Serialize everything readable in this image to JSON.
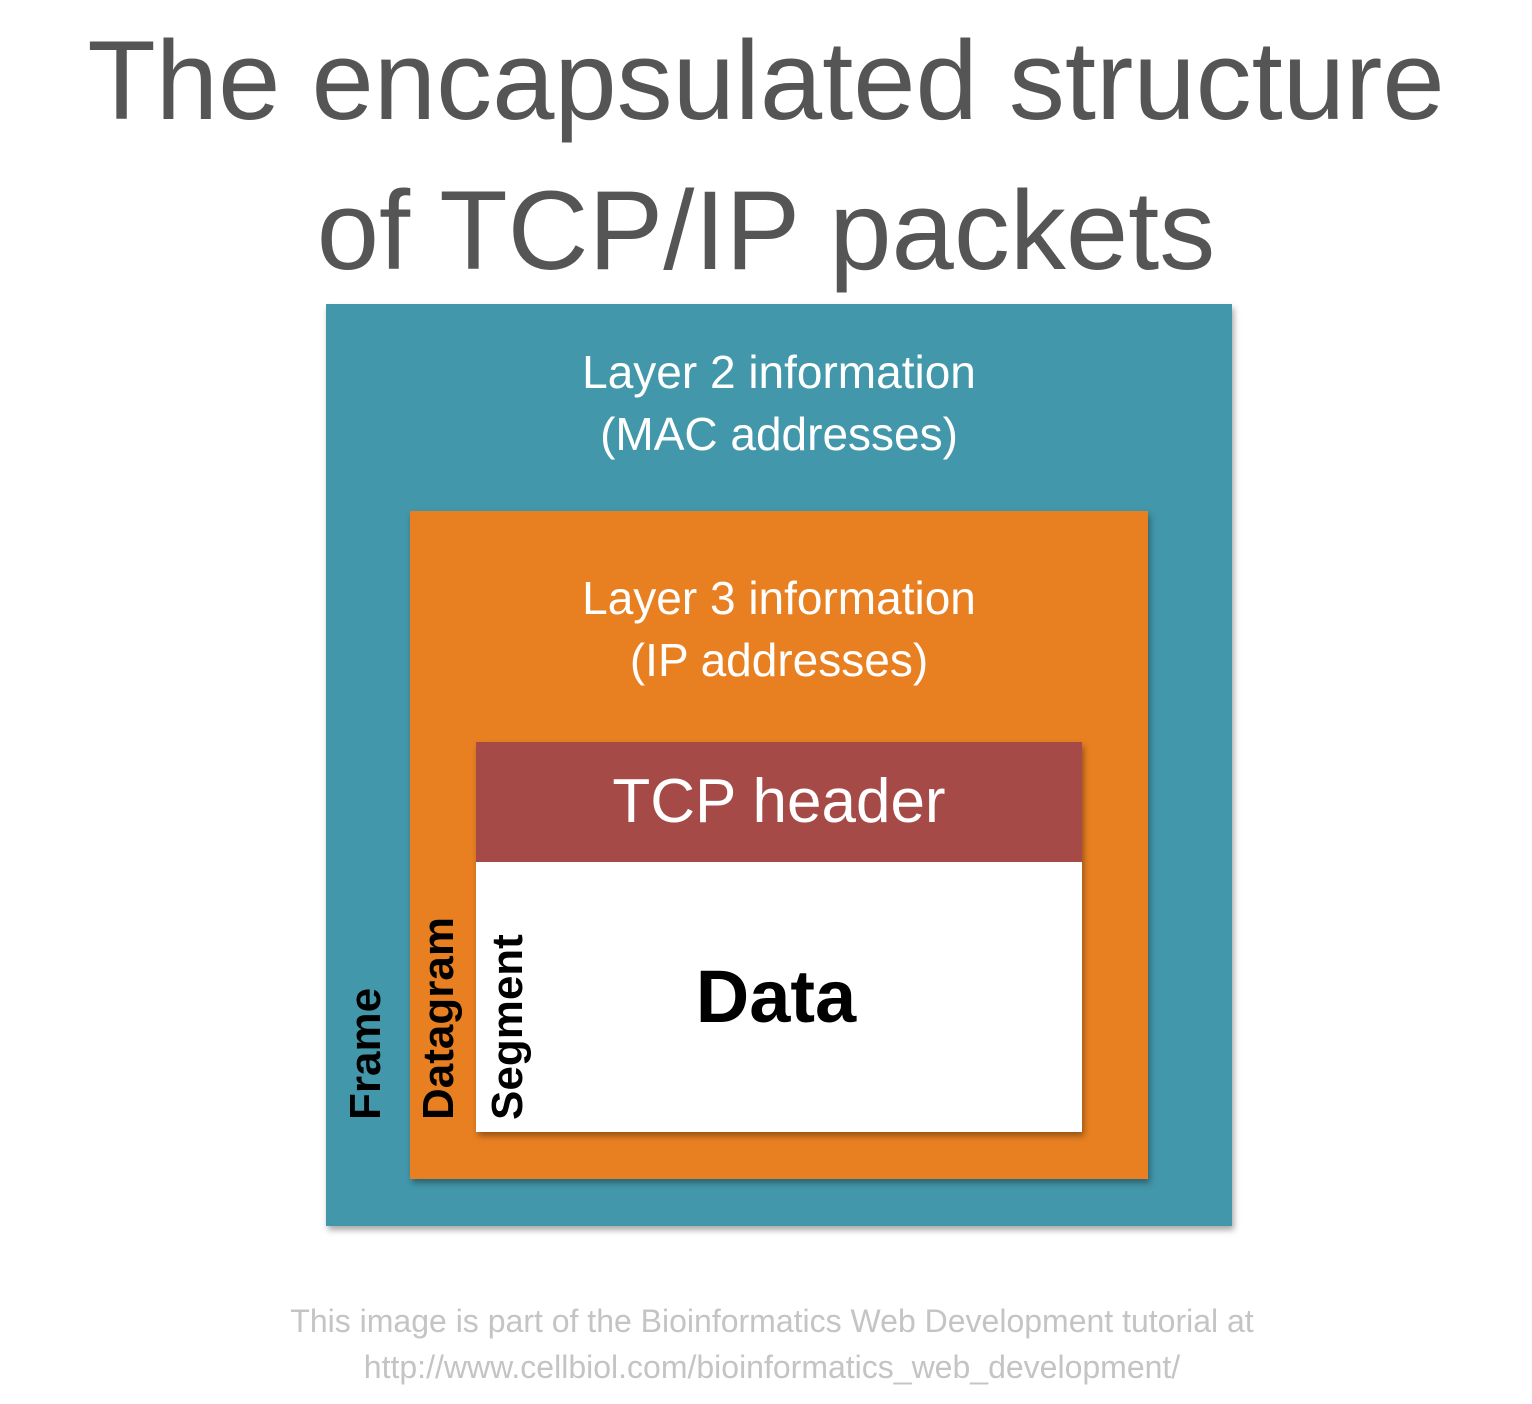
{
  "title": {
    "line1": "The encapsulated structure",
    "line2": "of TCP/IP packets"
  },
  "frame": {
    "label": "Frame",
    "info_line1": "Layer 2 information",
    "info_line2": "(MAC addresses)",
    "color": "#4397ab"
  },
  "datagram": {
    "label": "Datagram",
    "info_line1": "Layer 3 information",
    "info_line2": "(IP addresses)",
    "color": "#e88022"
  },
  "segment": {
    "label": "Segment",
    "header": "TCP header",
    "data": "Data",
    "header_color": "#a54a47"
  },
  "caption": {
    "line1": "This image is part of the Bioinformatics Web Development tutorial at",
    "line2": "http://www.cellbiol.com/bioinformatics_web_development/"
  }
}
